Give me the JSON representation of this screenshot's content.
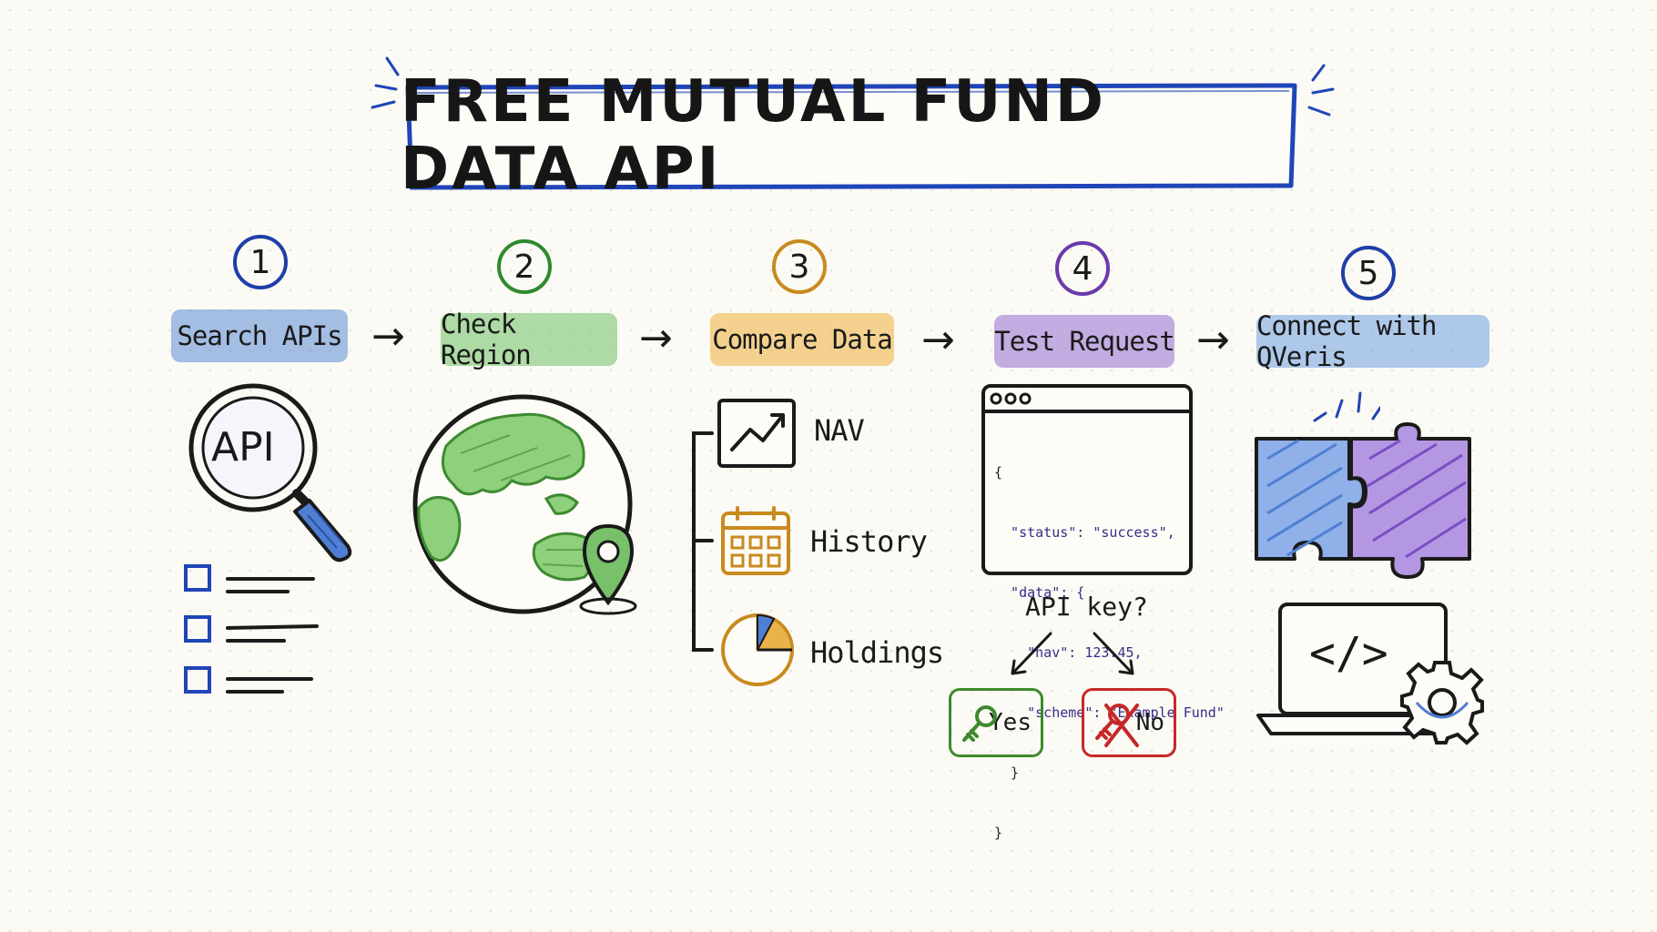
{
  "title": "FREE MUTUAL FUND DATA API",
  "steps": [
    {
      "number": "1",
      "label": "Search APIs",
      "color": "#5b8ad6",
      "ring": "#1f3fa8"
    },
    {
      "number": "2",
      "label": "Check Region",
      "color": "#79c46f",
      "ring": "#2e8a2e"
    },
    {
      "number": "3",
      "label": "Compare Data",
      "color": "#f0b64a",
      "ring": "#c98a1e"
    },
    {
      "number": "4",
      "label": "Test Request",
      "color": "#9d78d6",
      "ring": "#6a3aac"
    },
    {
      "number": "5",
      "label": "Connect with QVeris",
      "color": "#6f9fe0",
      "ring": "#1f3fa8"
    }
  ],
  "arrow_glyph": "→",
  "search": {
    "lens_text": "API"
  },
  "compare_items": [
    {
      "label": "NAV",
      "icon": "trend-chart-icon"
    },
    {
      "label": "History",
      "icon": "calendar-icon"
    },
    {
      "label": "Holdings",
      "icon": "pie-chart-icon"
    }
  ],
  "code_lines": [
    "{",
    "  \"status\": \"success\",",
    "  \"data\": {",
    "    \"nav\": 123.45,",
    "    \"scheme\": \"Example Fund\"",
    "  }",
    "}"
  ],
  "decision": {
    "question": "API key?",
    "yes_label": "Yes",
    "no_label": "No",
    "yes_color": "#3d8a2c",
    "no_color": "#c62828"
  },
  "connect": {
    "code_glyph": "</>"
  }
}
